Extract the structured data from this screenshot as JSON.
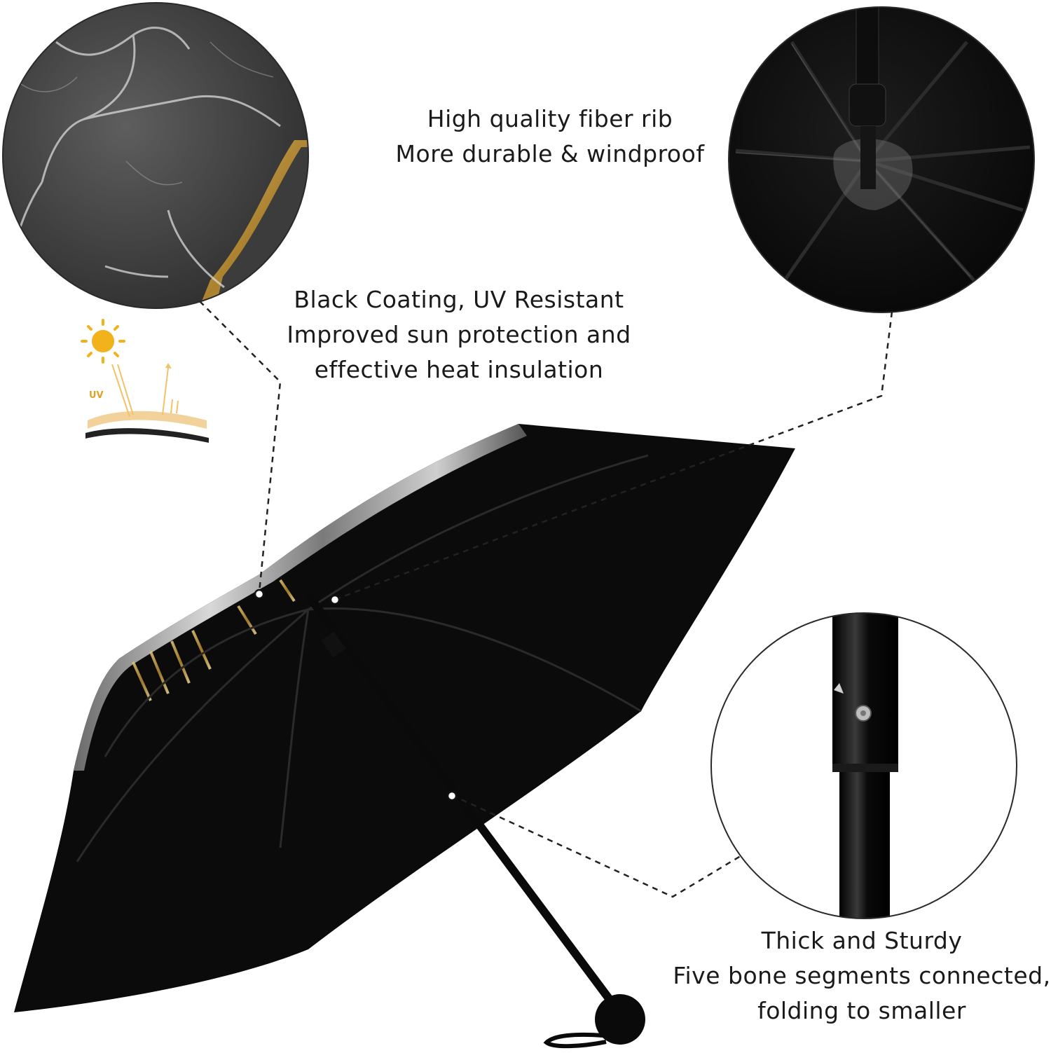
{
  "features": {
    "ribs": {
      "line1": "High quality fiber rib",
      "line2": "More durable & windproof"
    },
    "coating": {
      "line1": "Black Coating, UV Resistant",
      "line2": "Improved sun protection and",
      "line3": "effective heat insulation"
    },
    "handle": {
      "line1": "Thick and Sturdy",
      "line2": "Five bone segments connected,",
      "line3": "folding to smaller"
    }
  },
  "uv_icon": {
    "label": "UV",
    "sun_color": "#f2b21b",
    "layer_color": "#f3d19a"
  },
  "colors": {
    "canopy": "#0b0b0b",
    "marble": "#4a4a4a",
    "gold": "#c9a24a",
    "leader_line": "#222222"
  },
  "icons": [
    "sun-icon",
    "uv-layer-icon"
  ]
}
